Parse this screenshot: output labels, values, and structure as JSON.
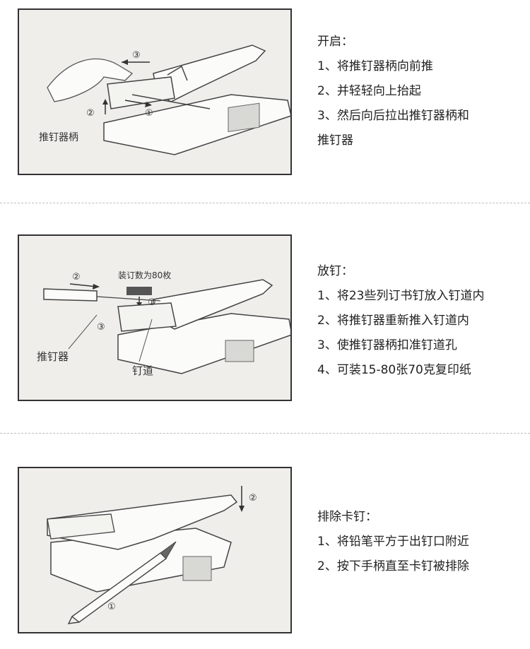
{
  "sections": [
    {
      "heading": "开启：",
      "steps": [
        "1、将推钉器柄向前推",
        "2、并轻轻向上抬起",
        "3、然后向后拉出推钉器柄和",
        "推钉器"
      ],
      "diagram": {
        "labels": [
          "推钉器柄"
        ],
        "step_markers": [
          "①",
          "②",
          "③"
        ]
      }
    },
    {
      "heading": "放钉：",
      "steps": [
        "1、将23些列订书钉放入钉道内",
        "2、将推钉器重新推入钉道内",
        "3、使推钉器柄扣准钉道孔",
        "4、可装15-80张70克复印纸"
      ],
      "diagram": {
        "labels": [
          "装订数为80枚",
          "推钉器",
          "钉道"
        ],
        "step_markers": [
          "①",
          "②",
          "③"
        ]
      }
    },
    {
      "heading": "排除卡钉：",
      "steps": [
        "1、将铅笔平方于出钉口附近",
        "2、按下手柄直至卡钉被排除"
      ],
      "diagram": {
        "labels": [],
        "step_markers": [
          "①",
          "②"
        ]
      }
    }
  ]
}
